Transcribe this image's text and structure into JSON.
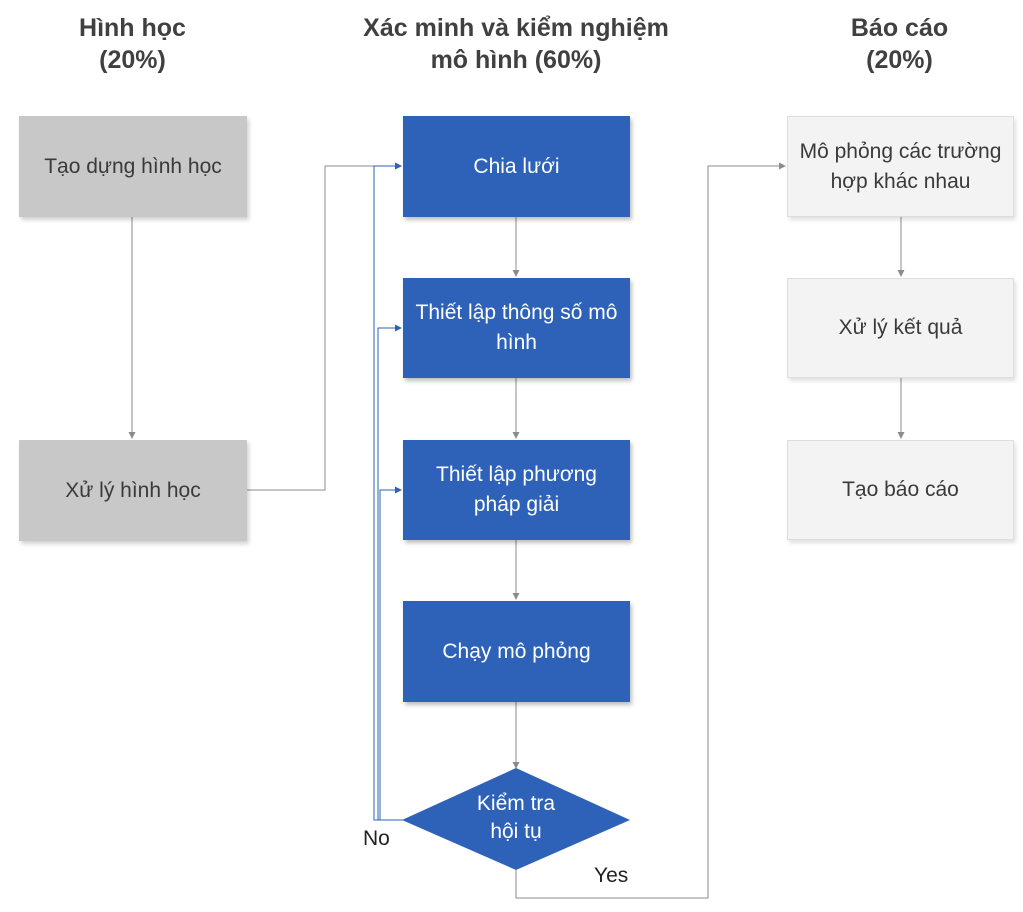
{
  "columns": {
    "geometry": {
      "title_line1": "Hình học",
      "title_line2": "(20%)"
    },
    "verification": {
      "title_line1": "Xác minh và kiểm nghiệm",
      "title_line2": "mô hình (60%)"
    },
    "report": {
      "title_line1": "Báo cáo",
      "title_line2": "(20%)"
    }
  },
  "geometry_steps": {
    "build": "Tạo dựng hình học",
    "process": "Xử lý hình học"
  },
  "verification_steps": {
    "mesh": "Chia lưới",
    "params": "Thiết lập thông số mô hình",
    "solver": "Thiết lập phương pháp giải",
    "run": "Chạy mô phỏng",
    "check_line1": "Kiểm tra",
    "check_line2": "hội tụ"
  },
  "report_steps": {
    "simulate": "Mô phỏng các trường hợp khác nhau",
    "results": "Xử lý kết quả",
    "create": "Tạo báo cáo"
  },
  "edge_labels": {
    "no": "No",
    "yes": "Yes"
  },
  "colors": {
    "geometry_box": "#c8c8c8",
    "verification_box": "#2e62b8",
    "report_box": "#f3f3f3",
    "connector_gray": "#8c8c8c",
    "connector_blue": "#2e62b8"
  }
}
